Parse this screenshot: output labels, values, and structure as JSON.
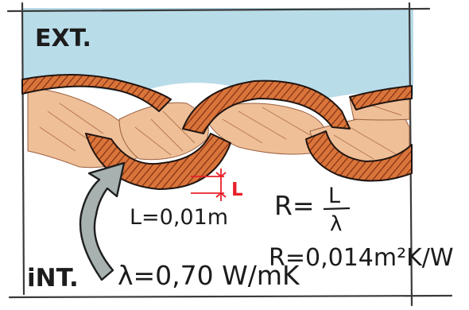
{
  "labels": {
    "exterior": "EXT.",
    "interior": "iNT.",
    "thickness_symbol": "L"
  },
  "formulas": {
    "thickness": "L=0,01m",
    "conductivity": "λ=0,70 W/mK",
    "resistance_num": "L",
    "resistance_lhs": "R=",
    "resistance_den": "λ",
    "resistance_value": "R=0,014m²K/W"
  },
  "colors": {
    "sky": "#b9dce9",
    "tile_fill": "#d9743a",
    "tile_hatch": "#7a2a10",
    "tile_outline": "#1f1410",
    "batt": "#efbf98",
    "arrow_fill": "#a7b2b0",
    "dimension_red": "#e8202a"
  },
  "icons": {
    "heat_flow_arrow": "curved-arrow-icon"
  }
}
